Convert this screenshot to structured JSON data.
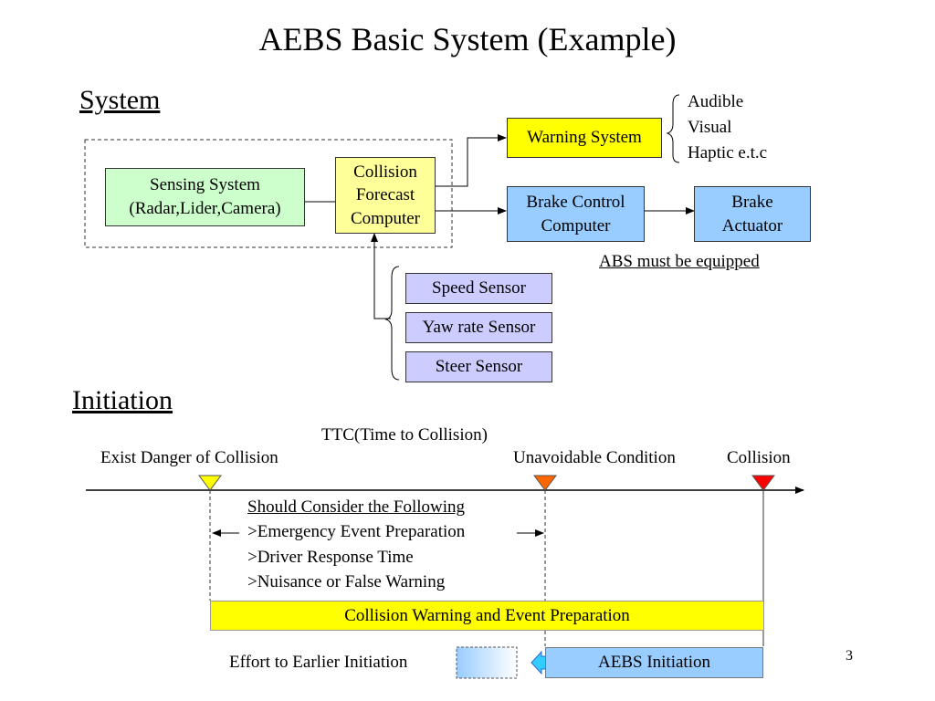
{
  "title": "AEBS Basic System (Example)",
  "system": {
    "heading": "System",
    "sensing": {
      "line1": "Sensing System",
      "line2": "(Radar,Lider,Camera)"
    },
    "forecast": {
      "line1": "Collision",
      "line2": "Forecast",
      "line3": "Computer"
    },
    "warning": {
      "label": "Warning System",
      "modes": [
        "Audible",
        "Visual",
        "Haptic e.t.c"
      ]
    },
    "brake_control": {
      "line1": "Brake Control",
      "line2": "Computer"
    },
    "brake_actuator": {
      "line1": "Brake",
      "line2": "Actuator"
    },
    "abs_note": "ABS must be equipped",
    "sensors": [
      "Speed Sensor",
      "Yaw rate Sensor",
      "Steer Sensor"
    ]
  },
  "initiation": {
    "heading": "Initiation",
    "ttc_label": "TTC(Time to Collision)",
    "markers": {
      "danger": "Exist Danger of Collision",
      "unavoidable": "Unavoidable Condition",
      "collision": "Collision"
    },
    "consider": {
      "heading": "Should Consider the Following",
      "items": [
        ">Emergency Event Preparation",
        ">Driver Response Time",
        ">Nuisance or False Warning"
      ]
    },
    "warning_bar": "Collision Warning and Event Preparation",
    "effort_label": "Effort to Earlier Initiation",
    "aebs_bar": "AEBS Initiation"
  },
  "colors": {
    "sensing": "#ccffcc",
    "forecast": "#ffff99",
    "warning": "#ffff00",
    "brake": "#99ccff",
    "sensor": "#ccccff",
    "marker_danger": "#ffff00",
    "marker_unavoidable": "#ff6600",
    "marker_collision": "#ff0000"
  },
  "page_number": "3"
}
